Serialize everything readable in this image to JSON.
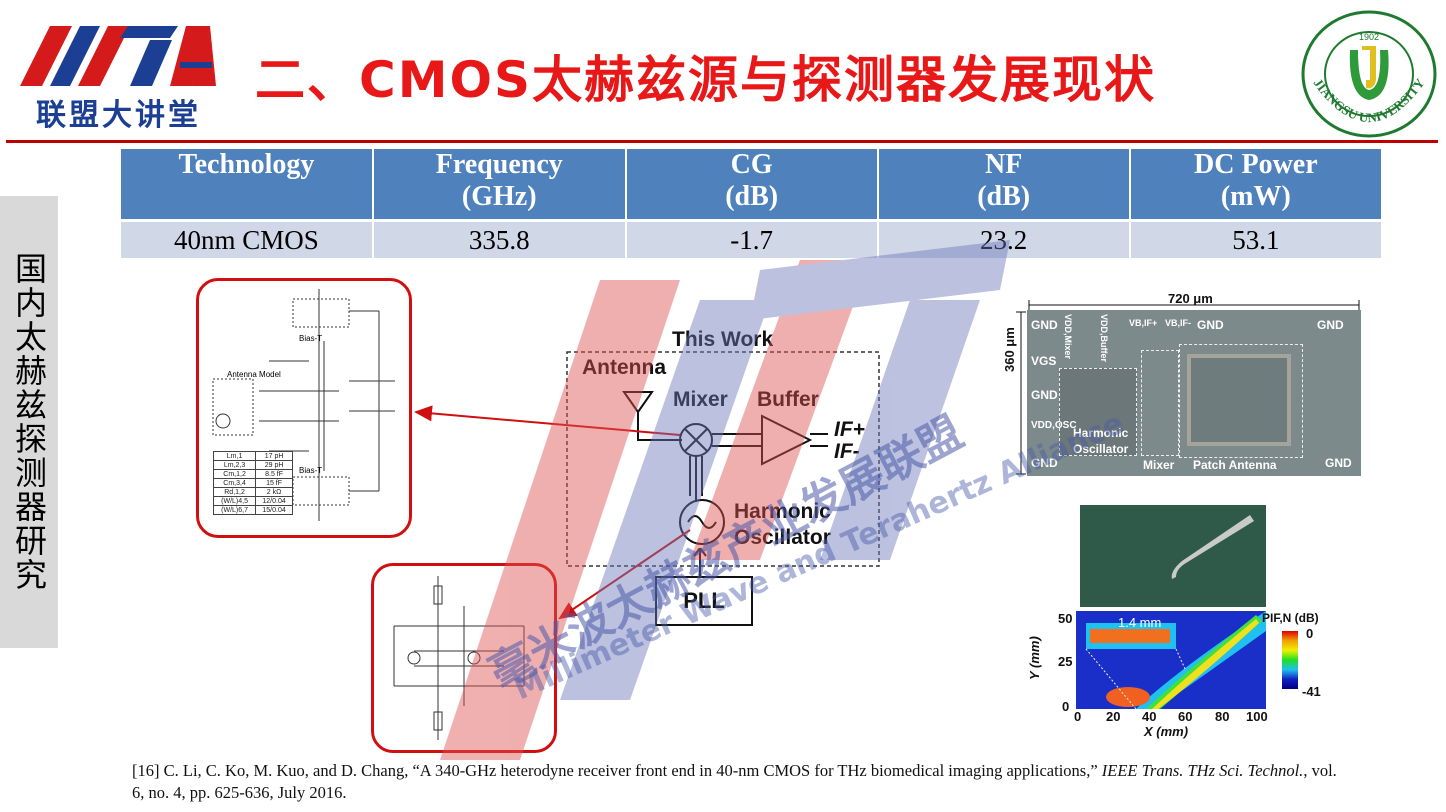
{
  "header": {
    "title": "二、CMOS太赫兹源与探测器发展现状",
    "logo_text": "联盟大讲堂",
    "university": {
      "year": "1902",
      "name": "JIANGSU UNIVERSITY"
    }
  },
  "sidebar": {
    "label": "国内太赫兹探测器研究"
  },
  "table": {
    "headers": [
      {
        "line1": "Technology",
        "line2": ""
      },
      {
        "line1": "Frequency",
        "line2": "(GHz)"
      },
      {
        "line1": "CG",
        "line2": "(dB)"
      },
      {
        "line1": "NF",
        "line2": "(dB)"
      },
      {
        "line1": "DC Power",
        "line2": "(mW)"
      }
    ],
    "row": [
      "40nm CMOS",
      "335.8",
      "-1.7",
      "23.2",
      "53.1"
    ]
  },
  "block_diagram": {
    "title": "This Work",
    "antenna": "Antenna",
    "mixer": "Mixer",
    "buffer": "Buffer",
    "if_plus": "IF+",
    "if_minus": "IF-",
    "osc_line1": "Harmonic",
    "osc_line2": "Oscillator",
    "pll": "PLL"
  },
  "schematic_top": {
    "antenna_label": "Antenna Model",
    "bias_t": "Bias-T",
    "params": [
      [
        "Lm,1",
        "17 pH"
      ],
      [
        "Lm,2,3",
        "29 pH"
      ],
      [
        "Cm,1,2",
        "8.5 fF"
      ],
      [
        "Cm,3,4",
        "15 fF"
      ],
      [
        "Rd,1,2",
        "2 kΩ"
      ],
      [
        "(W/L)4,5",
        "12/0.04"
      ],
      [
        "(W/L)6,7",
        "15/0.04"
      ]
    ]
  },
  "chip": {
    "width_label": "720 μm",
    "height_label": "360 μm",
    "gnd": "GND",
    "vdd_mixer": "VDD,Mixer",
    "vdd_buffer": "VDD,Buffer",
    "vb_if_plus": "VB,IF+",
    "vb_if_minus": "VB,IF-",
    "vgs": "VGS",
    "vdd_osc": "VDD,OSC",
    "osc_line1": "Harmonic",
    "osc_line2": "Oscillator",
    "mixer": "Mixer",
    "patch": "Patch Antenna"
  },
  "thz_image": {
    "annotation": "1.4 mm",
    "ylabel": "Y (mm)",
    "xlabel": "X (mm)",
    "yticks": [
      "50",
      "25",
      "0"
    ],
    "xticks": [
      "0",
      "20",
      "40",
      "60",
      "80",
      "100"
    ],
    "colorbar_label": "PIF,N (dB)",
    "colorbar_max": "0",
    "colorbar_min": "-41"
  },
  "watermark": {
    "cn": "毫米波太赫兹产业发展联盟",
    "en": "Millimeter Wave and Terahertz Alliance"
  },
  "reference": {
    "main": "[16] C. Li, C. Ko, M. Kuo, and D. Chang, “A 340-GHz heterodyne receiver front end in 40-nm CMOS for THz biomedical imaging applications,” ",
    "journal": "IEEE Trans. THz Sci. Technol.",
    "tail": ", vol. 6, no. 4, pp. 625-636, July 2016."
  },
  "colors": {
    "title_red": "#e81818",
    "header_blue": "#4f81bd",
    "row_blue": "#d0d8e8",
    "logo_blue": "#1c3f94",
    "logo_red": "#d41a1a"
  }
}
